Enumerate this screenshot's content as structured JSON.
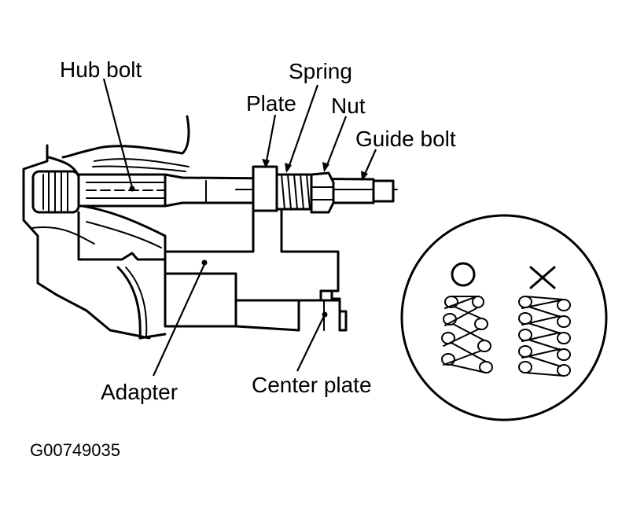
{
  "labels": {
    "hub_bolt": "Hub bolt",
    "spring": "Spring",
    "plate": "Plate",
    "nut": "Nut",
    "guide_bolt": "Guide bolt",
    "adapter": "Adapter",
    "center_plate": "Center plate"
  },
  "inset": {
    "correct_symbol": "circle",
    "incorrect_symbol": "cross"
  },
  "figure_id": "G00749035",
  "colors": {
    "ink": "#000000",
    "paper": "#ffffff"
  }
}
